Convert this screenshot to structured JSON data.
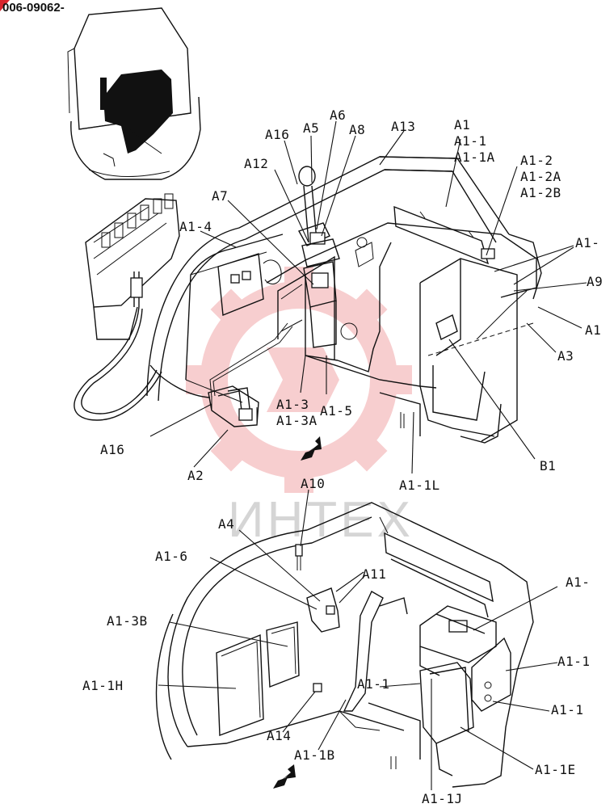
{
  "header": {
    "drawing_number": "006-09062-"
  },
  "watermark": {
    "text": "ИНТЕХ",
    "color": "#e8474a"
  },
  "colors": {
    "line": "#111111",
    "badge": "#d8262e",
    "watermark_gear": "#f2a7a9"
  },
  "upper_view": {
    "labels": {
      "a16_top": "A16",
      "a5": "A5",
      "a6": "A6",
      "a8": "A8",
      "a13": "A13",
      "a1": "A1",
      "a1_1": "A1-1",
      "a1_1a": "A1-1A",
      "a1_2": "A1-2",
      "a1_2a": "A1-2A",
      "a1_2b": "A1-2B",
      "a12": "A12",
      "a7": "A7",
      "a1_4": "A1-4",
      "a1_right": "A1-",
      "a9": "A9",
      "a1_edge": "A1",
      "a3": "A3",
      "a1_3": "A1-3",
      "a1_3a": "A1-3A",
      "a1_5": "A1-5",
      "a16_bottom": "A16",
      "a2": "A2",
      "b1": "B1",
      "a1_1l": "A1-1L"
    }
  },
  "lower_view": {
    "labels": {
      "a10": "A10",
      "a4": "A4",
      "a1_6": "A1-6",
      "a11": "A11",
      "a1_top_right": "A1-",
      "a1_3b": "A1-3B",
      "a1_1h": "A1-1H",
      "a1_mid": "A1-1",
      "a1_r1": "A1-1",
      "a1_r2": "A1-1",
      "a14": "A14",
      "a1_1b": "A1-1B",
      "a1_1e": "A1-1E",
      "a1_1j": "A1-1J"
    }
  }
}
